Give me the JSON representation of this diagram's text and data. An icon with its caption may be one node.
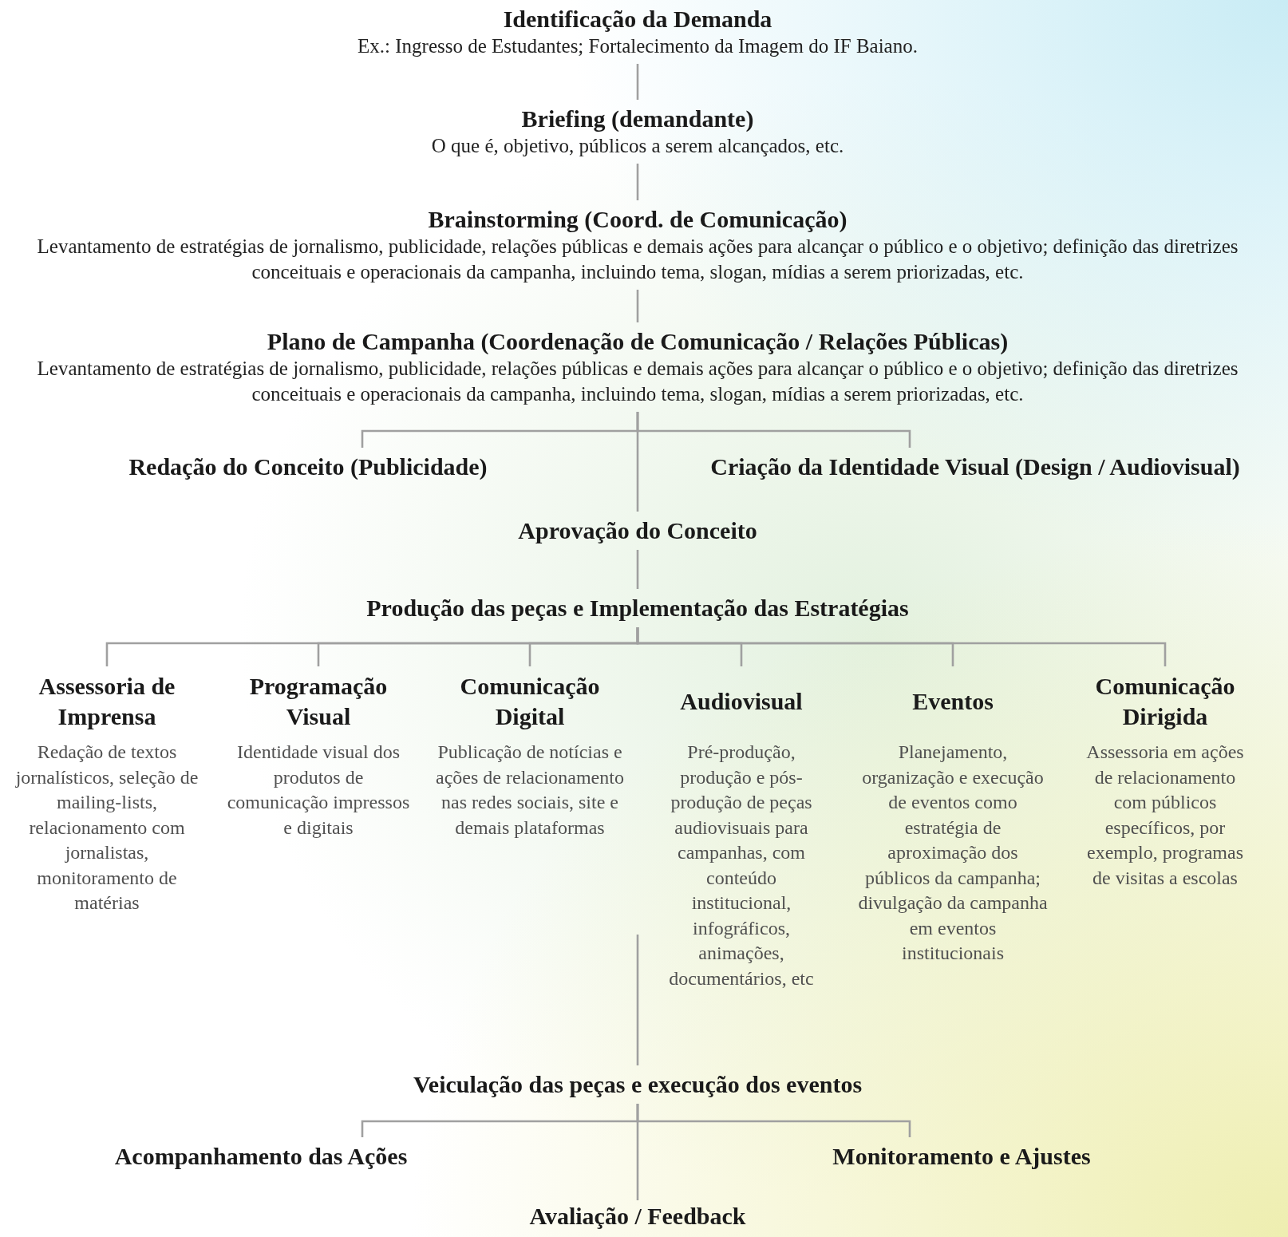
{
  "diagram": {
    "nodes": [
      {
        "text": [
          "Identificação da Demanda",
          "Ex.: Ingresso de Estudantes; Fortalecimento da Imagem do IF Baiano."
        ]
      },
      {
        "text": [
          "Briefing (demandante)",
          "O que é, objetivo, públicos a serem alcançados, etc."
        ]
      },
      {
        "text": [
          "Brainstorming (Coord. de Comunicação)",
          "Levantamento de estratégias de jornalismo, publicidade, relações públicas e demais ações para alcançar o público e o objetivo; definição das diretrizes conceituais e operacionais da campanha, incluindo tema, slogan, mídias a serem priorizadas, etc."
        ]
      },
      {
        "text": [
          "Plano de Campanha (Coordenação de Comunicação / Relações Públicas)",
          "Levantamento de estratégias de jornalismo, publicidade, relações públicas e demais ações para alcançar o público e o objetivo; definição das diretrizes conceituais e operacionais da campanha, incluindo tema, slogan, mídias a serem priorizadas, etc."
        ]
      },
      {
        "text": [
          "Redação do Conceito (Publicidade)"
        ]
      },
      {
        "text": [
          "Criação da Identidade Visual (Design / Audiovisual)"
        ]
      },
      {
        "text": [
          "Aprovação do Conceito"
        ]
      },
      {
        "text": [
          "Produção das peças e Implementação das Estratégias"
        ]
      },
      {
        "text": [
          "Assessoria de Imprensa",
          "Redação de textos jornalísticos, seleção de mailing-lists, relacionamento com jornalistas, monitoramento de matérias"
        ]
      },
      {
        "text": [
          "Programação Visual",
          "Identidade visual dos produtos de comunicação impressos e digitais"
        ]
      },
      {
        "text": [
          "Comunicação Digital",
          "Publicação de notícias e ações de relacionamento nas redes sociais, site e demais plataformas"
        ]
      },
      {
        "text": [
          "Audiovisual",
          "Pré-produção, produção e pós-produção de peças audiovisuais para campanhas, com conteúdo institucional, infográficos, animações, documentários, etc"
        ]
      },
      {
        "text": [
          "Eventos",
          "Planejamento, organização e execução de eventos como estratégia de aproximação dos públicos da campanha; divulgação da campanha em eventos institucionais"
        ]
      },
      {
        "text": [
          "Comunicação Dirigida",
          "Assessoria em ações de relacionamento com públicos específicos, por exemplo, programas de visitas a escolas"
        ]
      },
      {
        "text": [
          "Veiculação das peças e execução dos eventos"
        ]
      },
      {
        "text": [
          "Acompanhamento das Ações"
        ]
      },
      {
        "text": [
          "Monitoramento e Ajustes"
        ]
      },
      {
        "text": [
          "Avaliação / Feedback"
        ]
      }
    ],
    "edges": [
      {
        "from": 0,
        "to": 1,
        "arrow": "none"
      },
      {
        "from": 1,
        "to": 2,
        "arrow": "none"
      },
      {
        "from": 2,
        "to": 3,
        "arrow": "none"
      },
      {
        "from": 3,
        "to": 4,
        "arrow": "none"
      },
      {
        "from": 3,
        "to": 5,
        "arrow": "none"
      },
      {
        "from": 3,
        "to": 6,
        "arrow": "none"
      },
      {
        "from": 6,
        "to": 7,
        "arrow": "none"
      },
      {
        "from": 7,
        "to": 8,
        "arrow": "none"
      },
      {
        "from": 7,
        "to": 9,
        "arrow": "none"
      },
      {
        "from": 7,
        "to": 10,
        "arrow": "none"
      },
      {
        "from": 7,
        "to": 11,
        "arrow": "none"
      },
      {
        "from": 7,
        "to": 12,
        "arrow": "none"
      },
      {
        "from": 7,
        "to": 13,
        "arrow": "none"
      },
      {
        "from": 11,
        "to": 14,
        "arrow": "none"
      },
      {
        "from": 14,
        "to": 15,
        "arrow": "none"
      },
      {
        "from": 14,
        "to": 16,
        "arrow": "none"
      },
      {
        "from": 14,
        "to": 17,
        "arrow": "none"
      }
    ]
  }
}
